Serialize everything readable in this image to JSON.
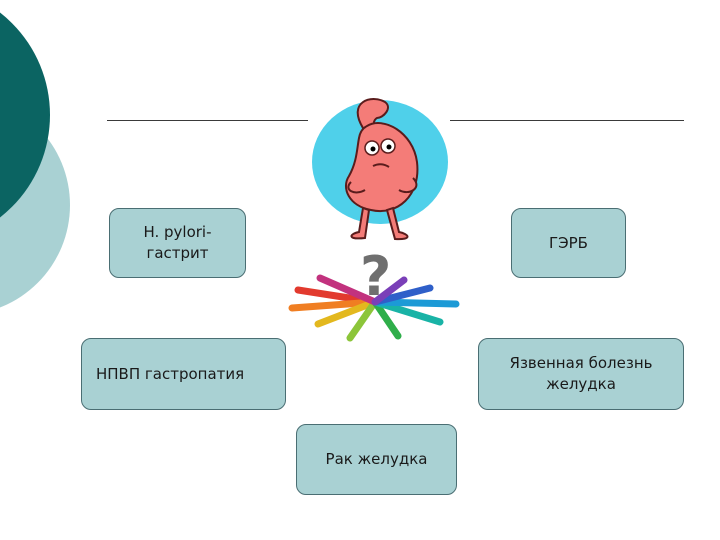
{
  "boxes": {
    "hpylori": "H. pylori-\nгастрит",
    "gerb": "ГЭРБ",
    "nsaid": "НПВП гастропатия",
    "ulcer": "Язвенная болезнь\nжелудка",
    "cancer": "Рак желудка"
  },
  "icons": {
    "stomach": "stomach-character-icon",
    "question": "question-mark-arrows-icon"
  },
  "colors": {
    "box_fill": "#a9d1d3",
    "box_border": "#4a6e73",
    "teal_dark": "#0b6462",
    "teal_light": "#a9d1d3",
    "stomach": "#f47c78",
    "ellipse": "#4fd0ea"
  }
}
